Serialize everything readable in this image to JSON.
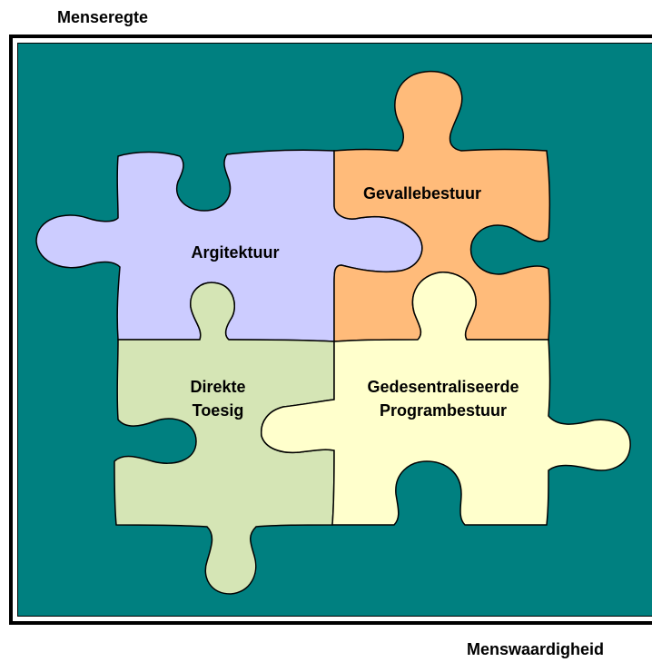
{
  "labels": {
    "top_title": "Menseregte",
    "bottom_title": "Menswaardigheid"
  },
  "pieces": {
    "argitektuur": {
      "label": "Argitektuur",
      "color": "#ccccff"
    },
    "gevallebestuur": {
      "label": "Gevallebestuur",
      "color": "#ffbb7a"
    },
    "direkte_toesig": {
      "line1": "Direkte",
      "line2": "Toesig",
      "color": "#d5e5b5"
    },
    "programbestuur": {
      "line1": "Gedesentraliseerde",
      "line2": "Programbestuur",
      "color": "#ffffcc"
    }
  },
  "colors": {
    "background": "#008080",
    "outline": "#000000"
  }
}
